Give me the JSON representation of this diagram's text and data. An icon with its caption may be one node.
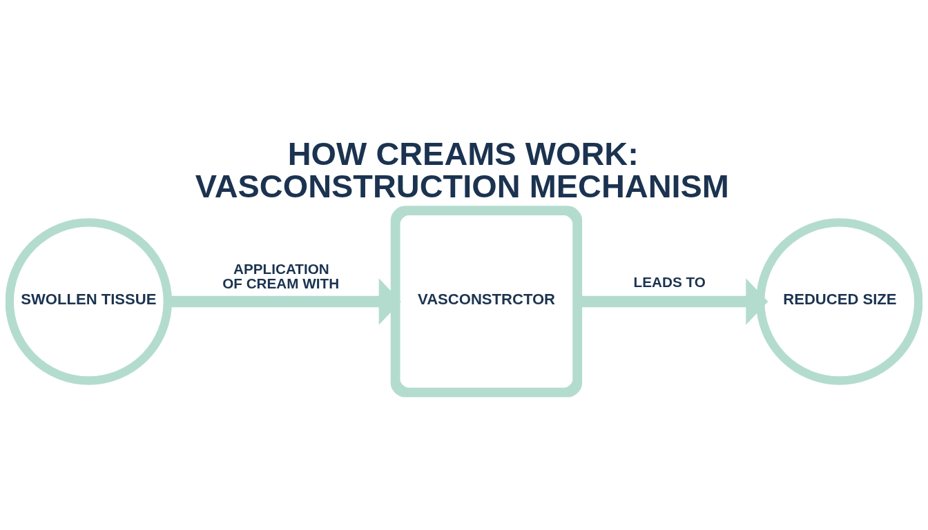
{
  "diagram": {
    "title": "HOW CREAMS WORK: VASCONSTRUCTION MECHANISM",
    "nodes": [
      {
        "text": [
          "SWOLLEN TISSUE"
        ]
      },
      {
        "text": [
          "VASCONSTRCTOR"
        ]
      },
      {
        "text": [
          "REDUCED SIZE"
        ]
      }
    ],
    "edges": [
      {
        "from": 0,
        "to": 1,
        "arrow": "to",
        "label": "APPLICATION OF CREAM WITH"
      },
      {
        "from": 1,
        "to": 2,
        "arrow": "to",
        "label": "LEADS TO"
      }
    ]
  }
}
